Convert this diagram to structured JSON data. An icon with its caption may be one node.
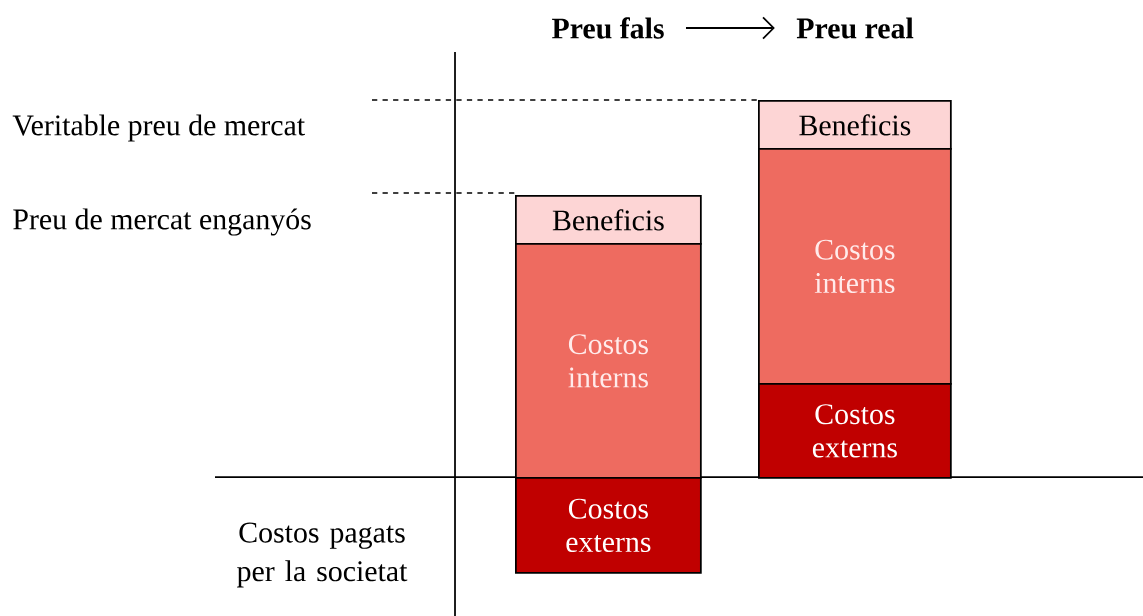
{
  "diagram": {
    "nodes": [
      {
        "text": [
          "Preu fals"
        ]
      },
      {
        "text": [
          "Preu real"
        ]
      },
      {
        "text": [
          "Beneficis"
        ]
      },
      {
        "text": [
          "Costos interns"
        ]
      },
      {
        "text": [
          "Costos externs"
        ]
      },
      {
        "text": [
          "Beneficis"
        ]
      },
      {
        "text": [
          "Costos interns"
        ]
      },
      {
        "text": [
          "Costos externs"
        ]
      }
    ],
    "edges": [
      {
        "from": 0,
        "to": 1,
        "arrow": "to"
      }
    ],
    "labels": [
      "Veritable preu de mercat",
      "Preu de mercat enganyós",
      "Costos pagats per la societat"
    ]
  }
}
